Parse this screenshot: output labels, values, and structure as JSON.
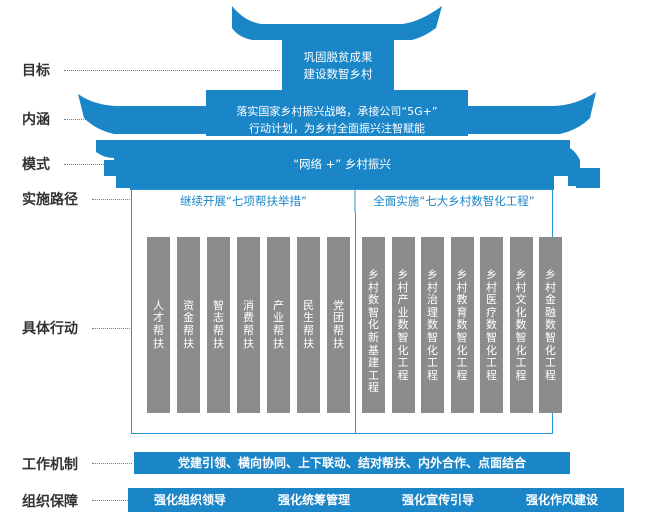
{
  "labels": {
    "goal": "目标",
    "connotation": "内涵",
    "model": "模式",
    "path": "实施路径",
    "actions": "具体行动",
    "mechanism": "工作机制",
    "guarantee": "组织保障"
  },
  "goal": {
    "line1": "巩固脱贫成果",
    "line2": "建设数智乡村"
  },
  "connotation": {
    "line1": "落实国家乡村振兴战略，承接公司“5G+”",
    "line2": "行动计划，为乡村全面振兴注智赋能"
  },
  "model": "“网络 +” 乡村振兴",
  "paths": {
    "left": "继续开展“七项帮扶举措”",
    "right": "全面实施“七大乡村数智化工程”"
  },
  "left_actions": [
    "人才帮扶",
    "资金帮扶",
    "智志帮扶",
    "消费帮扶",
    "产业帮扶",
    "民生帮扶",
    "党团帮扶"
  ],
  "right_actions": [
    "乡村数智化新基建工程",
    "乡村产业数智化工程",
    "乡村治理数智化工程",
    "乡村教育数智化工程",
    "乡村医疗数智化工程",
    "乡村文化数智化工程",
    "乡村金融数智化工程"
  ],
  "mechanism": "党建引领、横向协同、上下联动、结对帮扶、内外合作、点面结合",
  "guarantee": [
    "强化组织领导",
    "强化统筹管理",
    "强化宣传引导",
    "强化作风建设"
  ],
  "colors": {
    "primary": "#1a86c8",
    "bars": "#8c8c8c",
    "text": "#333333"
  }
}
